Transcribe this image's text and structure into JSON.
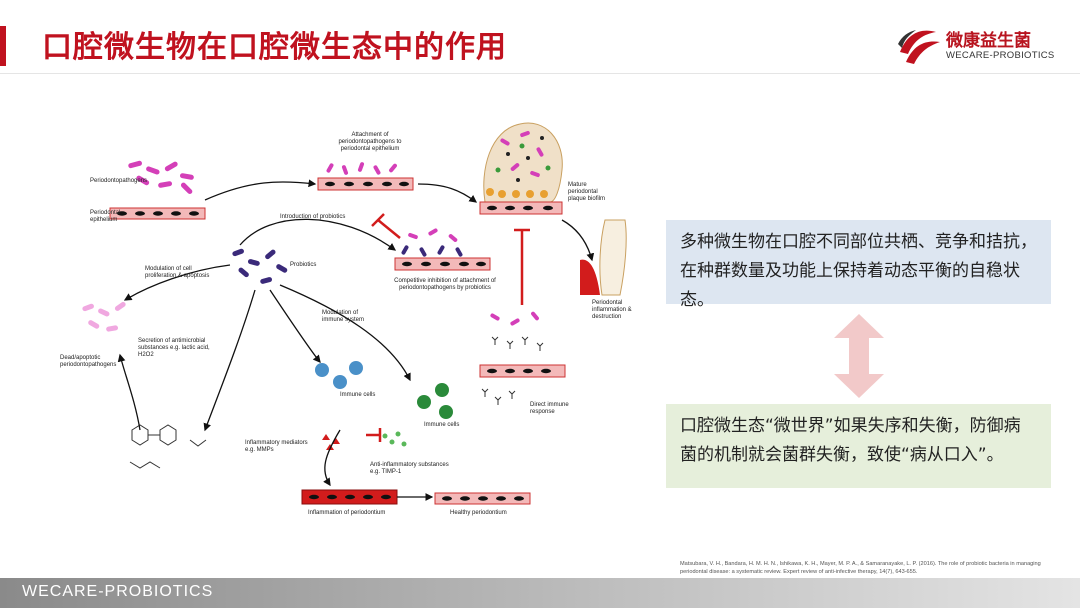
{
  "header": {
    "title": "口腔微生物在口腔微生态中的作用",
    "logo_cn": "微康益生菌",
    "logo_en": "WECARE-PROBIOTICS"
  },
  "figure": {
    "labels": {
      "periodontopathogens": "Periodontopathogens",
      "epithelium": "Periodontal epithelium",
      "attachment": "Attachment of periodontopathogens to periodontal epithelium",
      "mature_biofilm": "Mature periodontal plaque biofilm",
      "introduction": "Introduction of probiotics",
      "probiotics": "Probiotics",
      "competitive": "Competitive inhibition of attachment of periodontopathogens by probiotics",
      "modulation_cell": "Modulation of cell proliferation & apoptosis",
      "modulation_immune": "Modulation of immune system",
      "inflammation_destruction": "Periodontal inflammation & destruction",
      "secretion": "Secretion of antimicrobial substances e.g. lactic acid, H2O2",
      "dead": "Dead/apoptotic periodontopathogens",
      "immune_cells_1": "Immune cells",
      "immune_cells_2": "Immune cells",
      "direct_immune": "Direct immune response",
      "inflammatory_mediators": "Inflammatory mediators e.g. MMPs",
      "anti_inflammatory": "Anti-inflammatory substances e.g. TIMP-1",
      "inflammation_periodontium": "Inflammation of periodontium",
      "healthy": "Healthy periodontium"
    }
  },
  "boxes": {
    "box1": "多种微生物在口腔不同部位共栖、竞争和拮抗，在种群数量及功能上保持着动态平衡的自稳状态。",
    "box2": "口腔微生态“微世界”如果失序和失衡，防御病菌的机制就会菌群失衡，致使“病从口入”。"
  },
  "citation": "Matsubara, V. H., Bandara, H. M. H. N., Ishikawa, K. H., Mayer, M. P. A., & Samaranayake, L. P. (2016). The role of probiotic bacteria in managing periodontal disease: a systematic review. Expert review of anti-infective therapy, 14(7), 643-655.",
  "footer": {
    "text": "WECARE-PROBIOTICS"
  },
  "colors": {
    "brand_red": "#c0121f",
    "box1_bg": "#dde6f1",
    "box2_bg": "#e6efdb",
    "arrow": "#f2c9c9"
  }
}
